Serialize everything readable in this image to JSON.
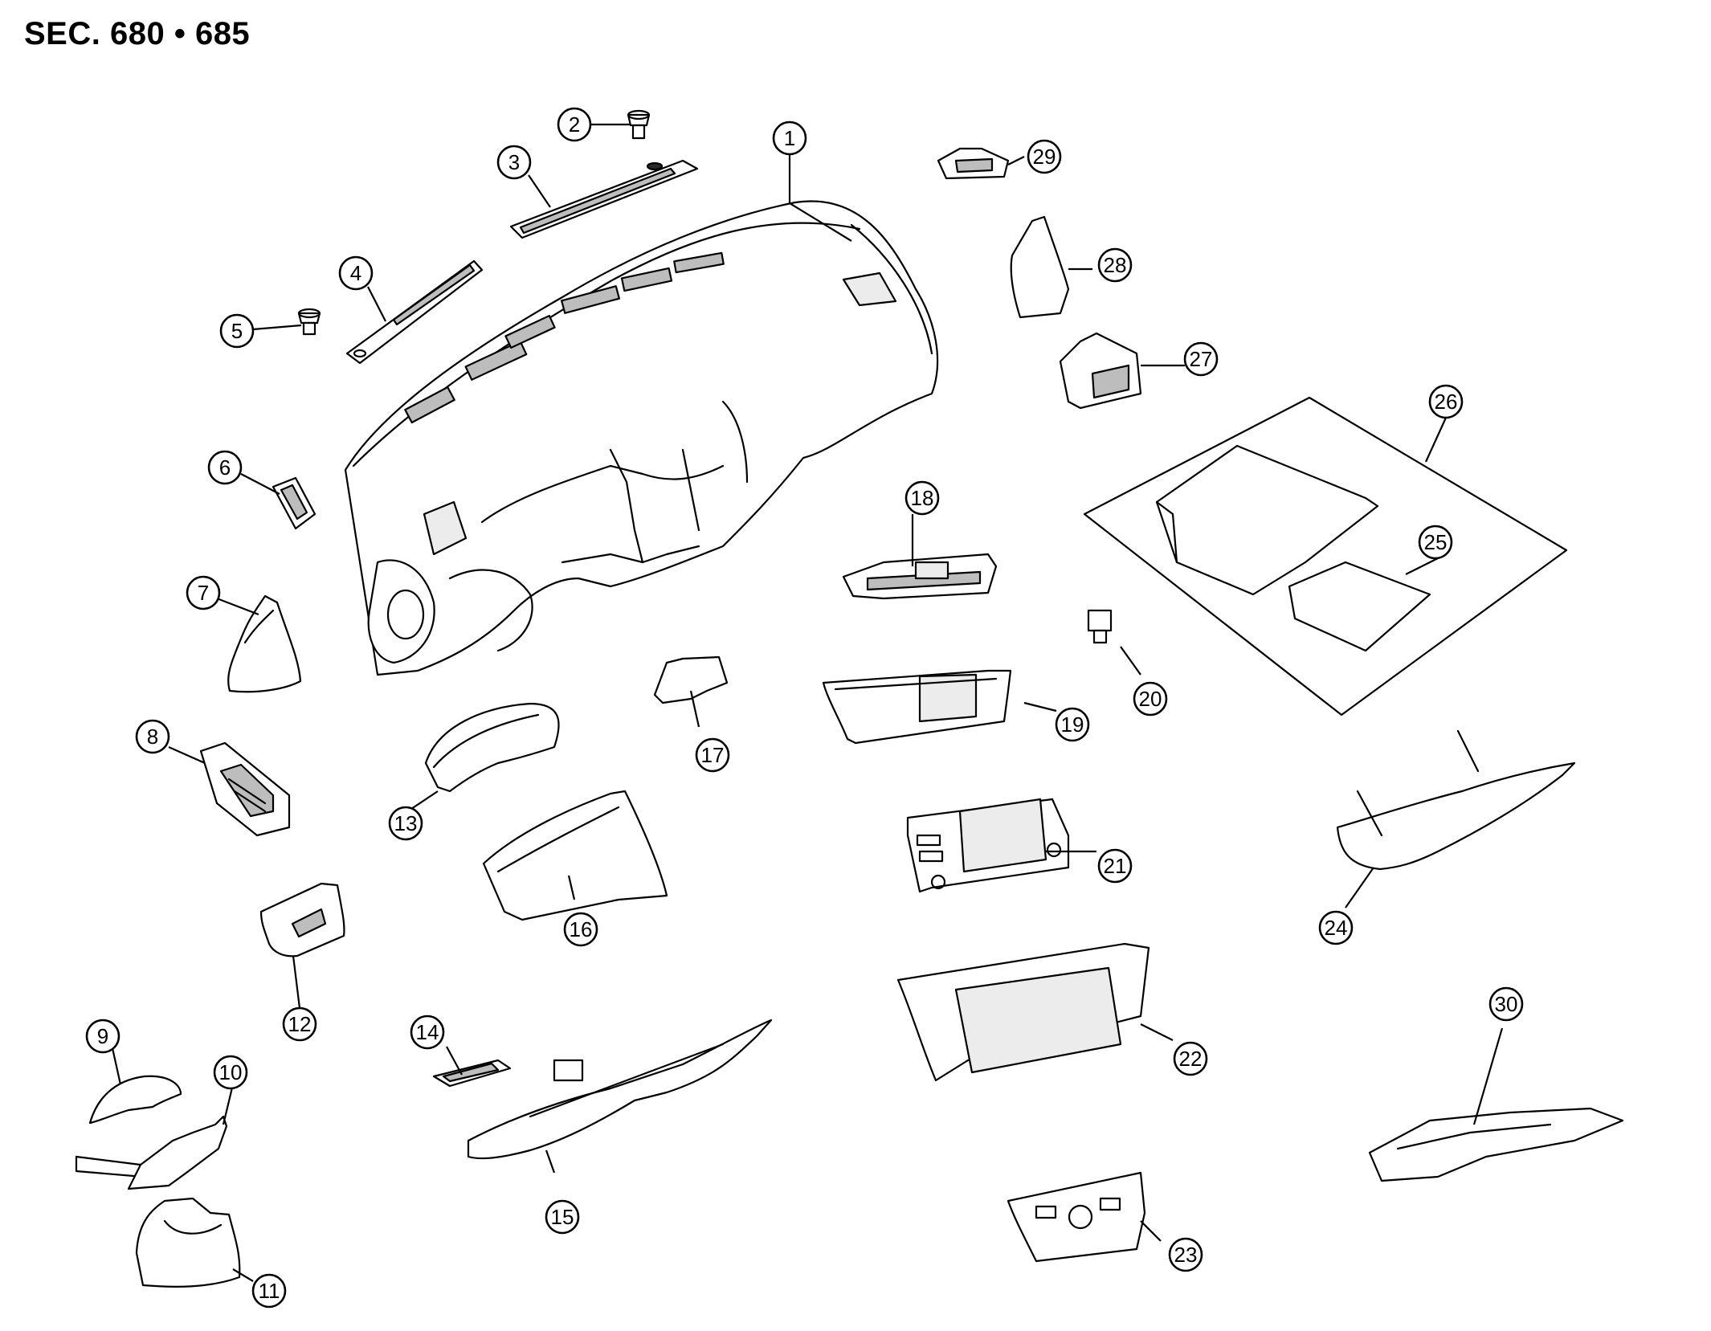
{
  "title": "SEC. 680 • 685",
  "callouts": [
    "1",
    "2",
    "3",
    "4",
    "5",
    "6",
    "7",
    "8",
    "9",
    "10",
    "11",
    "12",
    "13",
    "14",
    "15",
    "16",
    "17",
    "18",
    "19",
    "20",
    "21",
    "22",
    "23",
    "24",
    "25",
    "26",
    "27",
    "28",
    "29",
    "30"
  ]
}
